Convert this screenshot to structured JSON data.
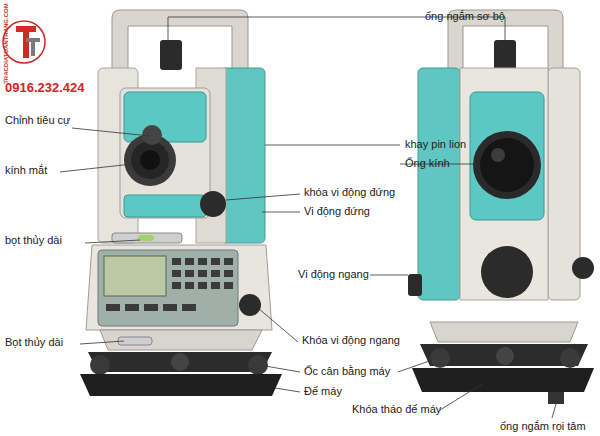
{
  "diagram": {
    "labels": [
      "TRACDIATOANTHANG.COM",
      "0916.232.424",
      "Chỉnh tiêu cự",
      "kính mắt",
      "bọt thủy dài",
      "Bọt thủy dài",
      "ống ngắm sơ bộ",
      "khay pin lion",
      "Ống kính",
      "khóa vi động đứng",
      "Vi động đứng",
      "Vi động ngang",
      "Khóa vi động ngang",
      "Ốc cân bằng máy",
      "Đế máy",
      "Khóa tháo đế máy",
      "ống ngắm rọi tâm"
    ]
  }
}
